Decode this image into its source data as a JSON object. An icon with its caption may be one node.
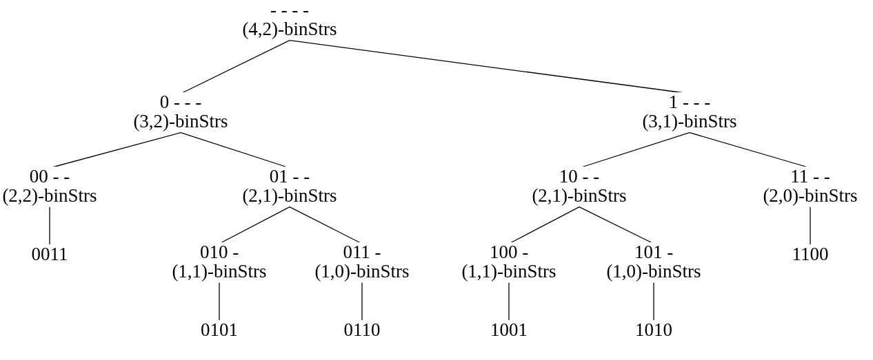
{
  "diagram": {
    "nodes": [
      {
        "text": [
          "- - - -",
          "(4,2)-binStrs"
        ]
      },
      {
        "text": [
          "0 - - -",
          "(3,2)-binStrs"
        ]
      },
      {
        "text": [
          "1 - - -",
          "(3,1)-binStrs"
        ]
      },
      {
        "text": [
          "00 - -",
          "(2,2)-binStrs"
        ]
      },
      {
        "text": [
          "01 - -",
          "(2,1)-binStrs"
        ]
      },
      {
        "text": [
          "10 - -",
          "(2,1)-binStrs"
        ]
      },
      {
        "text": [
          "11 - -",
          "(2,0)-binStrs"
        ]
      },
      {
        "text": [
          "0011"
        ]
      },
      {
        "text": [
          "010 -",
          "(1,1)-binStrs"
        ]
      },
      {
        "text": [
          "011 -",
          "(1,0)-binStrs"
        ]
      },
      {
        "text": [
          "100 -",
          "(1,1)-binStrs"
        ]
      },
      {
        "text": [
          "101 -",
          "(1,0)-binStrs"
        ]
      },
      {
        "text": [
          "1100"
        ]
      },
      {
        "text": [
          "0101"
        ]
      },
      {
        "text": [
          "0110"
        ]
      },
      {
        "text": [
          "1001"
        ]
      },
      {
        "text": [
          "1010"
        ]
      }
    ],
    "edges": [
      {
        "from": 0,
        "to": 1,
        "arrow": "none"
      },
      {
        "from": 0,
        "to": 2,
        "arrow": "none"
      },
      {
        "from": 1,
        "to": 3,
        "arrow": "none"
      },
      {
        "from": 1,
        "to": 4,
        "arrow": "none"
      },
      {
        "from": 2,
        "to": 5,
        "arrow": "none"
      },
      {
        "from": 2,
        "to": 6,
        "arrow": "none"
      },
      {
        "from": 3,
        "to": 7,
        "arrow": "none"
      },
      {
        "from": 4,
        "to": 8,
        "arrow": "none"
      },
      {
        "from": 4,
        "to": 9,
        "arrow": "none"
      },
      {
        "from": 5,
        "to": 10,
        "arrow": "none"
      },
      {
        "from": 5,
        "to": 11,
        "arrow": "none"
      },
      {
        "from": 6,
        "to": 12,
        "arrow": "none"
      },
      {
        "from": 8,
        "to": 13,
        "arrow": "none"
      },
      {
        "from": 9,
        "to": 14,
        "arrow": "none"
      },
      {
        "from": 10,
        "to": 15,
        "arrow": "none"
      },
      {
        "from": 11,
        "to": 16,
        "arrow": "none"
      }
    ]
  }
}
